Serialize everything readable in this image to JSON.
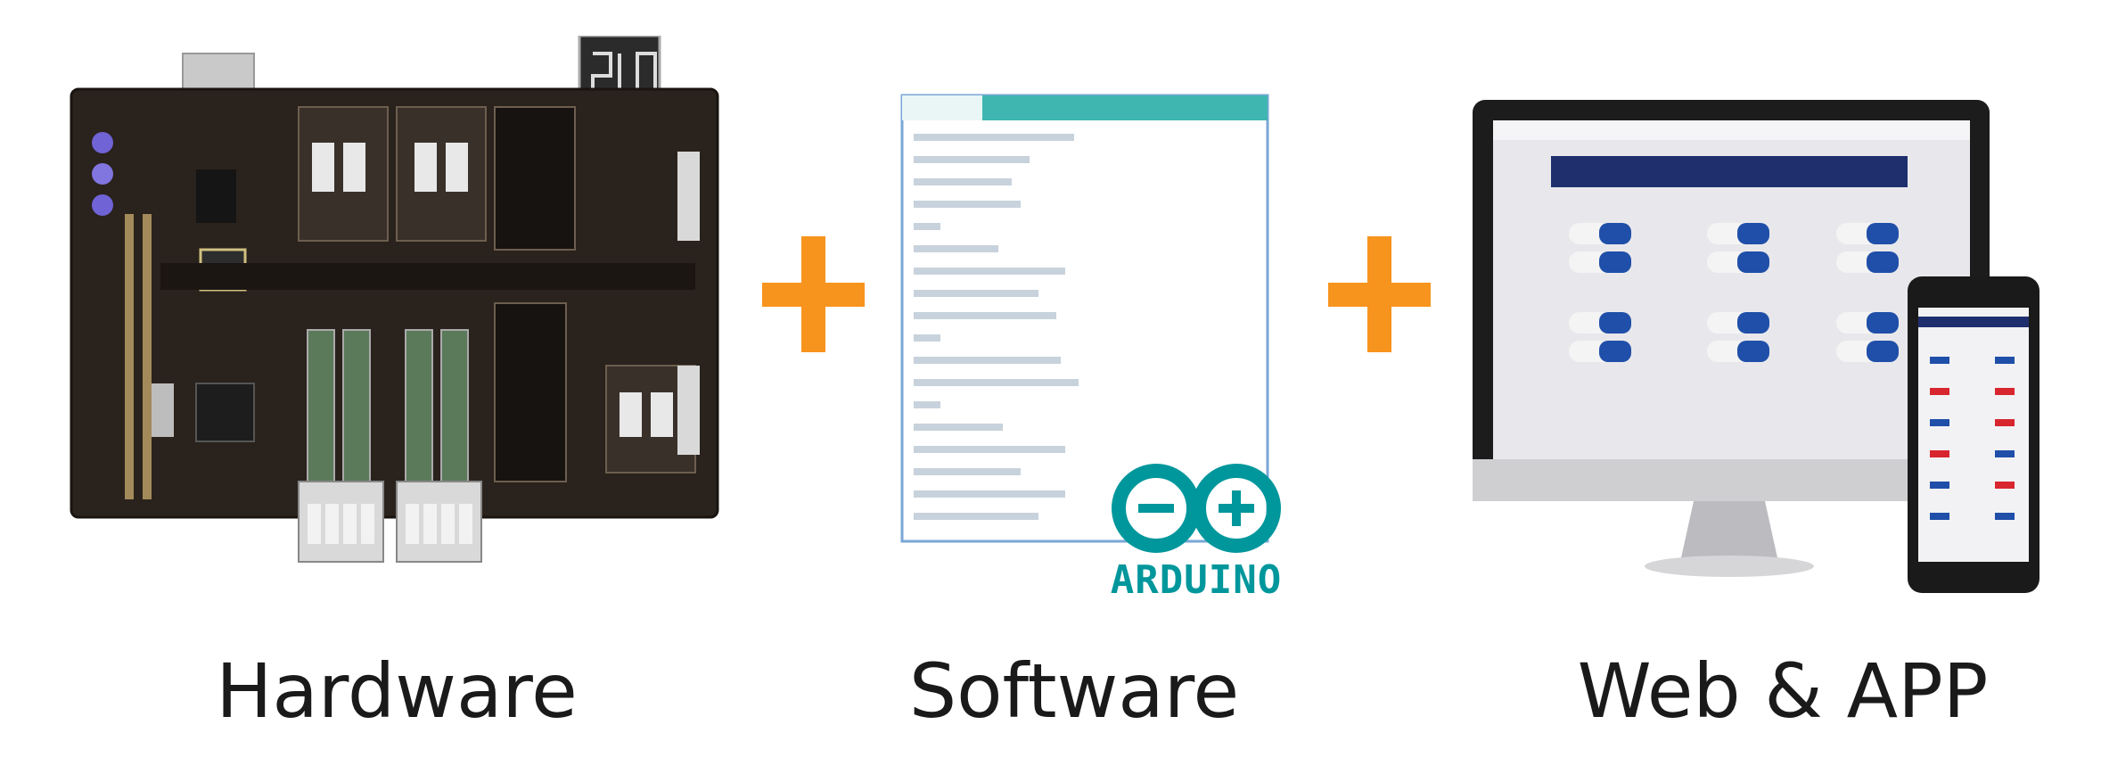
{
  "captions": {
    "hardware": "Hardware",
    "software": "Software",
    "web_app": "Web & APP"
  },
  "software": {
    "logo_text": "ARDUINO"
  },
  "icons": {
    "plus_1": "plus-icon",
    "plus_2": "plus-icon",
    "arduino_logo": "arduino-logo-icon"
  },
  "colors": {
    "plus": "#f7941d",
    "arduino": "#00979c",
    "pcb": "#2a221c",
    "web_title_bar": "#1f2f6e",
    "toggle_blue": "#1f4fa8",
    "toggle_red": "#d8262e"
  }
}
